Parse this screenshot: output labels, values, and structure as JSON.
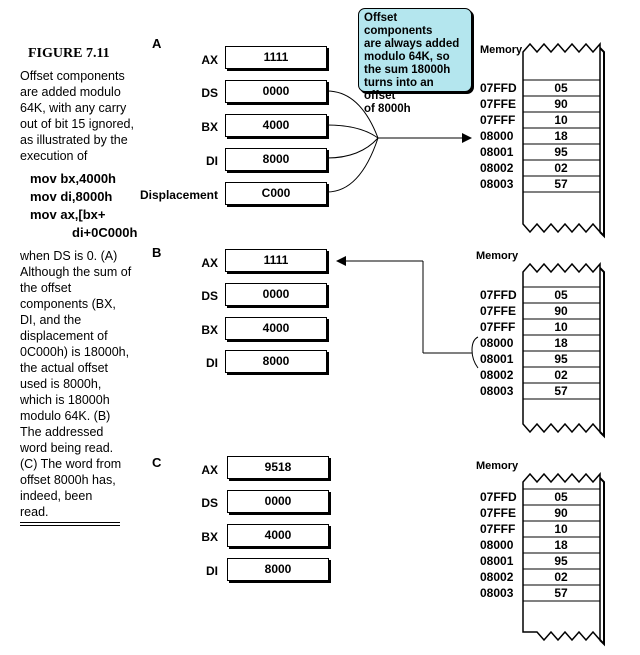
{
  "figure_title": "FIGURE 7.11",
  "caption_top": [
    "Offset components",
    "are added modulo",
    "64K, with any carry",
    "out of bit 15 ignored,",
    "as illustrated by the",
    "execution of"
  ],
  "code": [
    "mov bx,4000h",
    "mov di,8000h",
    "mov ax,[bx+",
    "di+0C000h"
  ],
  "caption_bottom": [
    "when DS is 0. (A)",
    "Although the sum of",
    "the offset",
    "components (BX,",
    "DI, and the",
    "displacement of",
    "0C000h) is 18000h,",
    "the actual offset",
    "used is 8000h,",
    "which is 18000h",
    "modulo 64K. (B)",
    "The addressed",
    "word being read.",
    "(C) The word from",
    "offset 8000h has,",
    "indeed, been",
    "read."
  ],
  "callout": [
    "Offset components",
    "are always added",
    "modulo 64K, so",
    "the sum 18000h",
    "turns into an offset",
    "of 8000h"
  ],
  "panels": {
    "A": {
      "label": "A",
      "registers": [
        {
          "name": "AX",
          "value": "1111"
        },
        {
          "name": "DS",
          "value": "0000"
        },
        {
          "name": "BX",
          "value": "4000"
        },
        {
          "name": "DI",
          "value": "8000"
        },
        {
          "name": "Displacement",
          "value": "C000"
        }
      ],
      "memory_title": "Memory"
    },
    "B": {
      "label": "B",
      "registers": [
        {
          "name": "AX",
          "value": "1111"
        },
        {
          "name": "DS",
          "value": "0000"
        },
        {
          "name": "BX",
          "value": "4000"
        },
        {
          "name": "DI",
          "value": "8000"
        }
      ],
      "memory_title": "Memory"
    },
    "C": {
      "label": "C",
      "registers": [
        {
          "name": "AX",
          "value": "9518"
        },
        {
          "name": "DS",
          "value": "0000"
        },
        {
          "name": "BX",
          "value": "4000"
        },
        {
          "name": "DI",
          "value": "8000"
        }
      ],
      "memory_title": "Memory"
    }
  },
  "memory": [
    {
      "address": "07FFD",
      "value": "05"
    },
    {
      "address": "07FFE",
      "value": "90"
    },
    {
      "address": "07FFF",
      "value": "10"
    },
    {
      "address": "08000",
      "value": "18"
    },
    {
      "address": "08001",
      "value": "95"
    },
    {
      "address": "08002",
      "value": "02"
    },
    {
      "address": "08003",
      "value": "57"
    }
  ],
  "colors": {
    "callout_bg": "#b4e6ee",
    "line": "#000000"
  }
}
